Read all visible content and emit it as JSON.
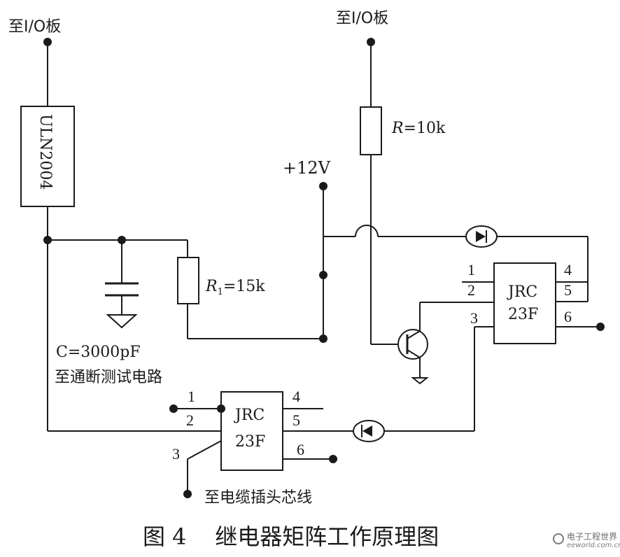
{
  "labels": {
    "io_left": "至I/O板",
    "io_right": "至I/O板",
    "uln": "ULN2004",
    "resistor_r_name": "R",
    "resistor_r_value": "=10k",
    "supply": "+12V",
    "resistor_r1_name": "R",
    "resistor_r1_sub": "1",
    "resistor_r1_value": "=15k",
    "capacitor": "C=3000pF",
    "test_circuit": "至通断测试电路",
    "cable_core": "至电缆插头芯线",
    "caption": "图 4    继电器矩阵工作原理图"
  },
  "relay_upper": {
    "name_line1": "JRC",
    "name_line2": "23F",
    "pins": [
      "1",
      "2",
      "3",
      "4",
      "5",
      "6"
    ]
  },
  "relay_lower": {
    "name_line1": "JRC",
    "name_line2": "23F",
    "pins": [
      "1",
      "2",
      "3",
      "4",
      "5",
      "6"
    ]
  },
  "watermark": {
    "brand": "电子工程世界",
    "site": "eeworld.com.cn"
  }
}
